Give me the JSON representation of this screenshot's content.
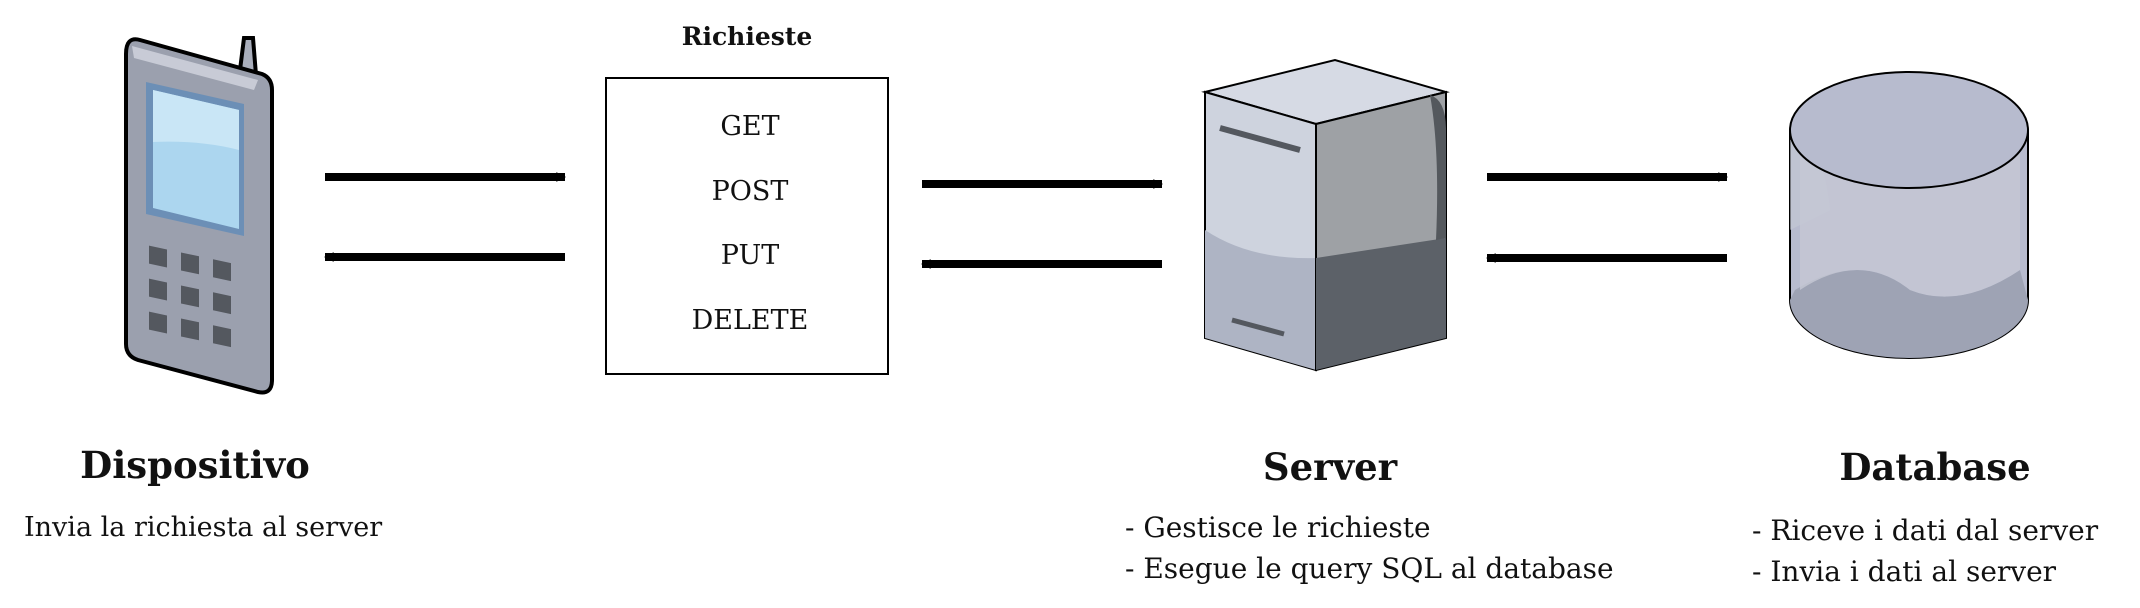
{
  "requests": {
    "title": "Richieste",
    "methods": [
      "GET",
      "POST",
      "PUT",
      "DELETE"
    ]
  },
  "device": {
    "icon": "mobile-phone-icon",
    "title": "Dispositivo",
    "description": "Invia la richiesta al server"
  },
  "server": {
    "icon": "server-tower-icon",
    "title": "Server",
    "bullets": [
      "- Gestisce le richieste",
      "- Esegue le query SQL al database"
    ]
  },
  "database": {
    "icon": "database-cylinder-icon",
    "title": "Database",
    "bullets": [
      "- Riceve i dati dal server",
      "- Invia i dati al server"
    ]
  },
  "colors": {
    "arrow": "#000000",
    "phone_body": "#9aa0ae",
    "phone_screen": "#acd6ef",
    "server_light": "#ced3de",
    "server_dark": "#5c6168",
    "db_body": "#b7bbce"
  }
}
